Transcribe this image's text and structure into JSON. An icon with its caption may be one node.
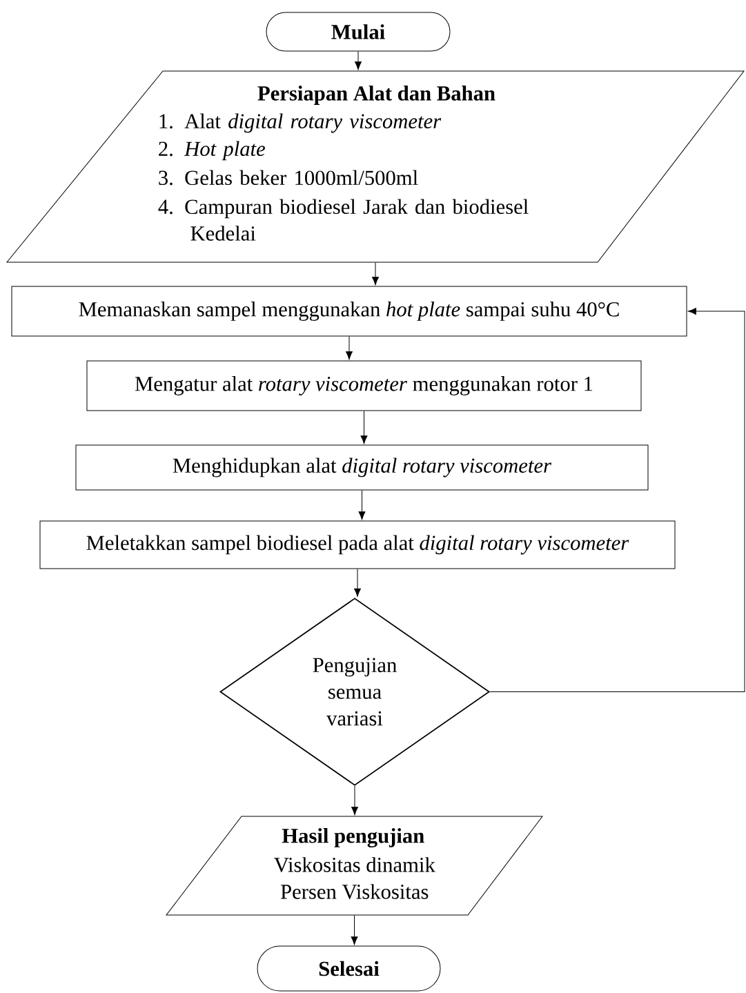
{
  "diagram": {
    "nodes": [
      {
        "text": [
          "Mulai"
        ]
      },
      {
        "text": [
          "Persiapan Alat dan Bahan",
          "1. Alat *digital rotary viscometer*",
          "2. *Hot plate*",
          "3. Gelas beker 1000ml/500ml",
          "4. Campuran biodiesel Jarak dan biodiesel Kedelai"
        ]
      },
      {
        "text": [
          "Memanaskan sampel menggunakan *hot plate* sampai suhu 40°C"
        ]
      },
      {
        "text": [
          "Mengatur alat *rotary viscometer* menggunakan rotor 1"
        ]
      },
      {
        "text": [
          "Menghidupkan alat *digital rotary viscometer*"
        ]
      },
      {
        "text": [
          "Meletakkan sampel biodiesel pada alat *digital rotary viscometer*"
        ]
      },
      {
        "text": [
          "Pengujian semua variasi"
        ]
      },
      {
        "text": [
          "Hasil pengujian",
          "Viskositas dinamik",
          "Persen Viskositas"
        ]
      },
      {
        "text": [
          "Selesai"
        ]
      }
    ],
    "edges": [
      {
        "from": 0,
        "to": 1,
        "arrow": "to"
      },
      {
        "from": 1,
        "to": 2,
        "arrow": "to"
      },
      {
        "from": 2,
        "to": 3,
        "arrow": "to"
      },
      {
        "from": 3,
        "to": 4,
        "arrow": "to"
      },
      {
        "from": 4,
        "to": 5,
        "arrow": "to"
      },
      {
        "from": 5,
        "to": 6,
        "arrow": "to"
      },
      {
        "from": 6,
        "to": 7,
        "arrow": "to"
      },
      {
        "from": 7,
        "to": 8,
        "arrow": "to"
      },
      {
        "from": 6,
        "to": 2,
        "arrow": "to"
      }
    ]
  }
}
